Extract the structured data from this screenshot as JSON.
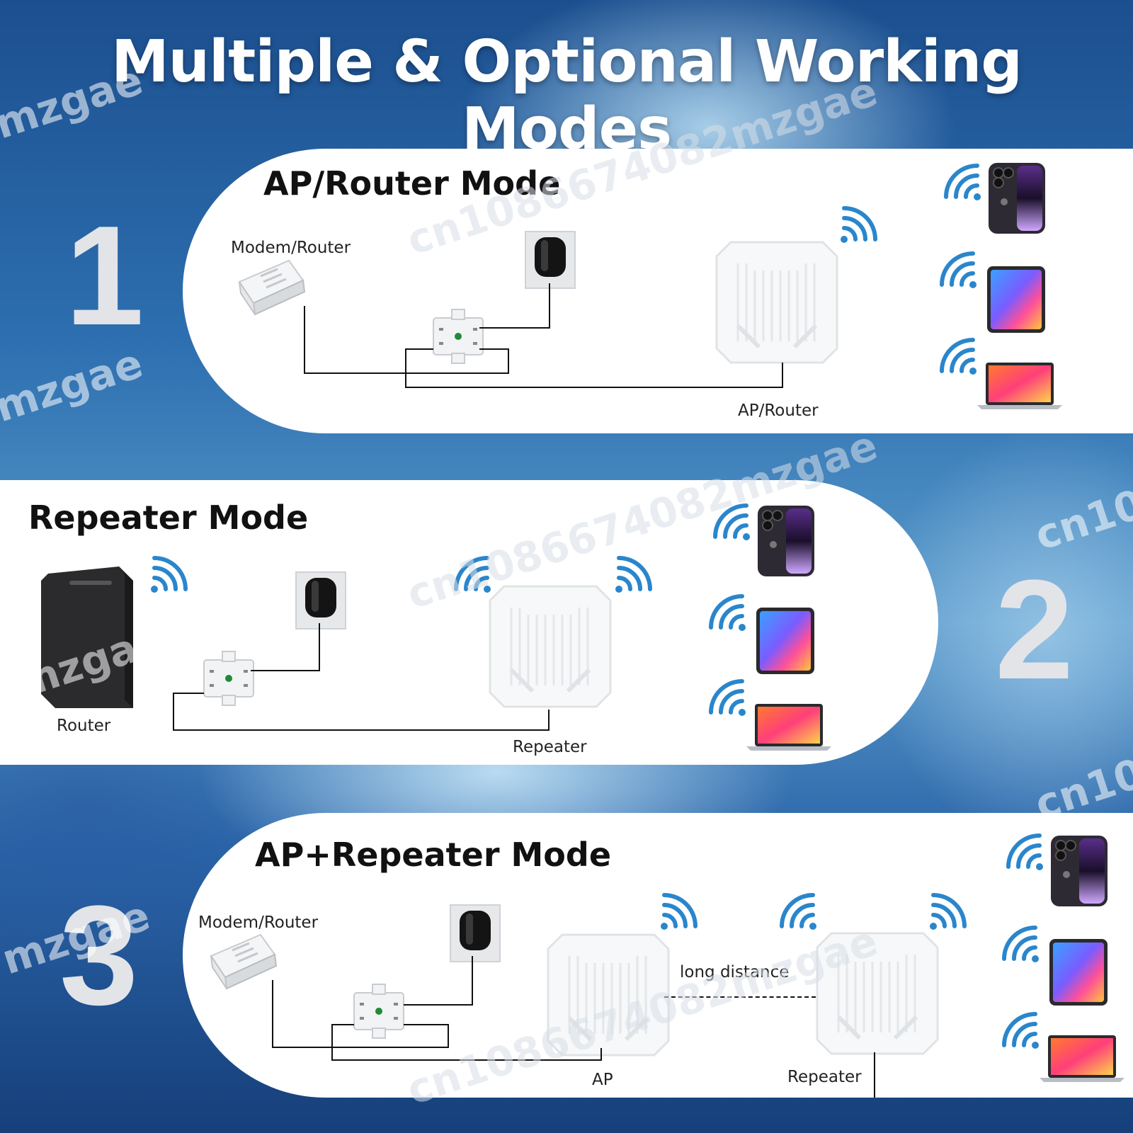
{
  "title": "Multiple & Optional Working Modes",
  "watermarks": [
    "mzgae",
    "cn1086674082mzgae",
    "cn10"
  ],
  "modes": [
    {
      "number": "1",
      "title": "AP/Router Mode",
      "labels": {
        "source": "Modem/Router",
        "device": "AP/Router"
      }
    },
    {
      "number": "2",
      "title": "Repeater Mode",
      "labels": {
        "source": "Router",
        "device": "Repeater"
      }
    },
    {
      "number": "3",
      "title": "AP+Repeater Mode",
      "labels": {
        "source": "Modem/Router",
        "ap": "AP",
        "link": "long distance",
        "repeater": "Repeater"
      }
    }
  ],
  "colors": {
    "wifi": "#2a86cc",
    "panel": "#ffffff",
    "number": "#e2e4e8"
  },
  "icons": [
    "wifi-icon",
    "phone-icon",
    "tablet-icon",
    "laptop-icon",
    "power-adapter-icon",
    "poe-injector-icon",
    "modem-icon",
    "router-icon",
    "cpe-device-icon"
  ]
}
